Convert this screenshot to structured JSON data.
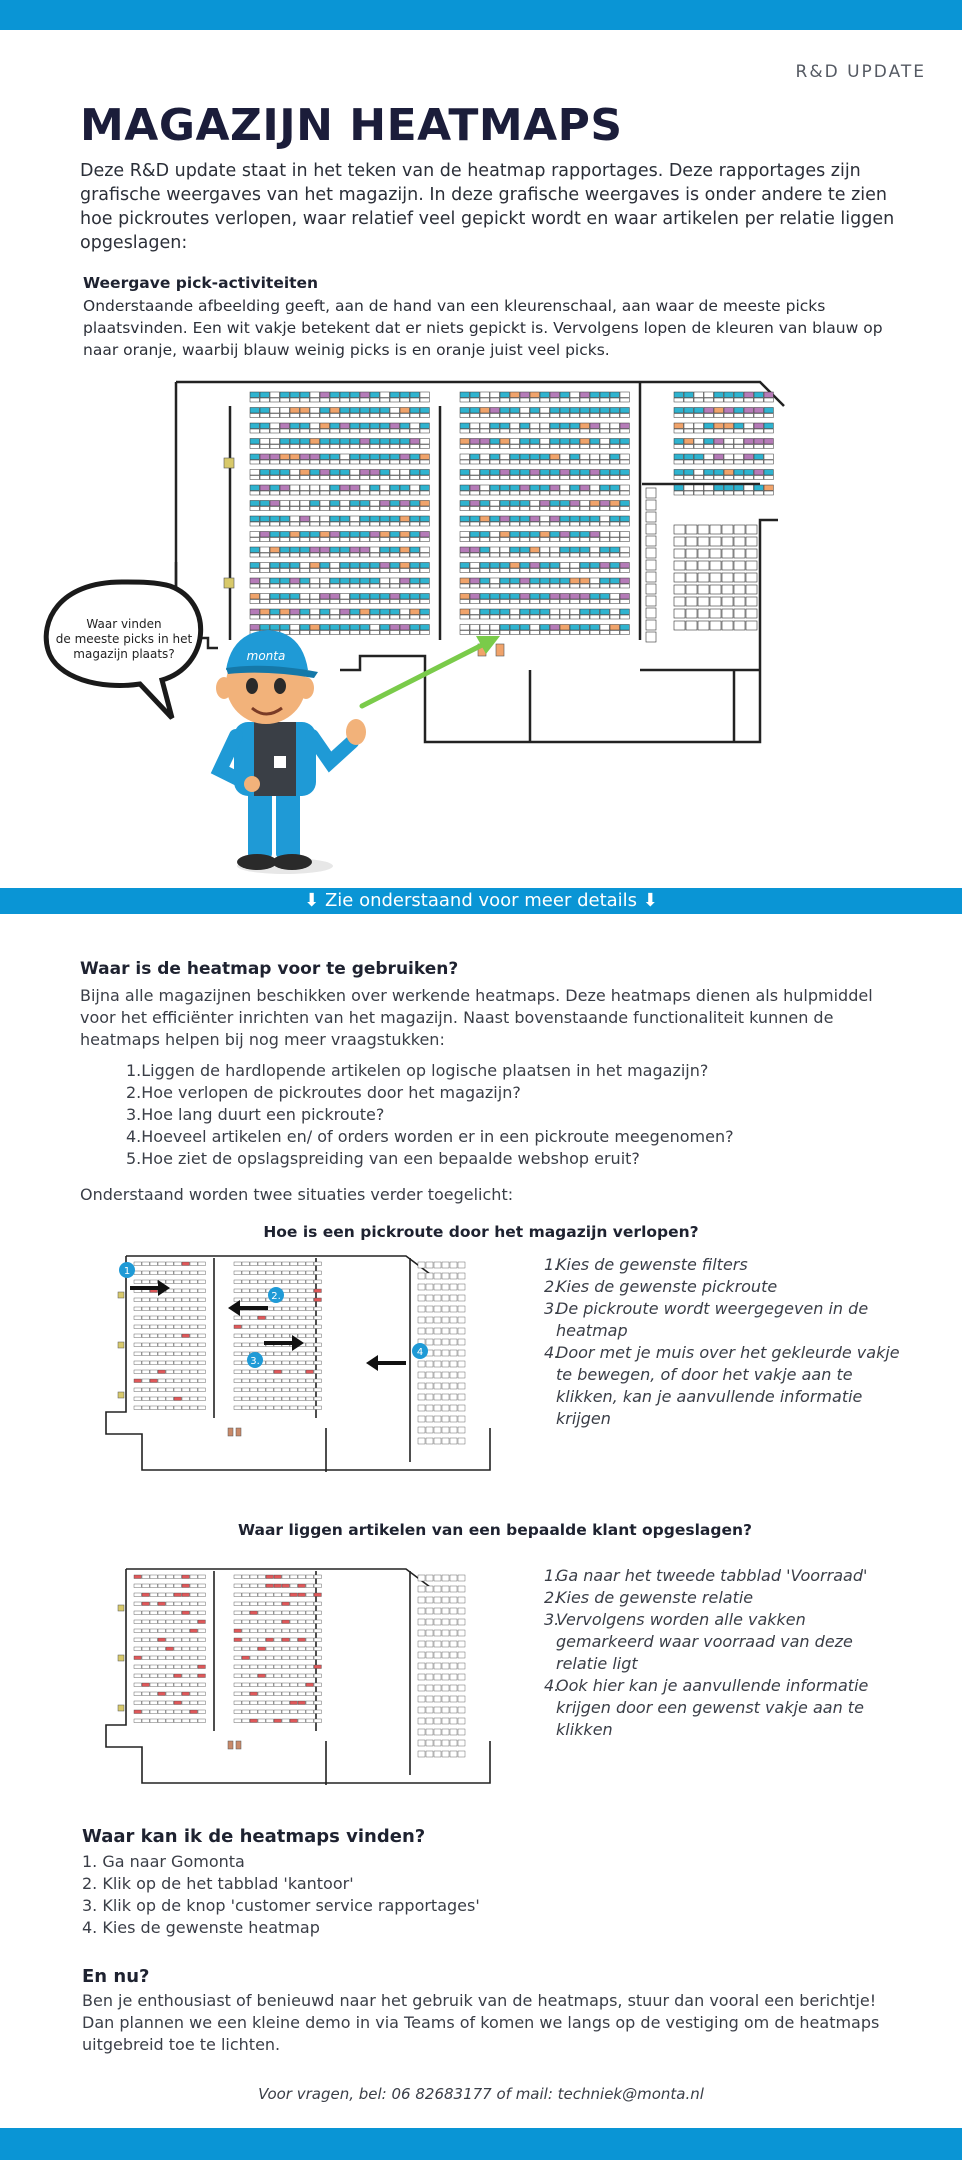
{
  "header": {
    "tag": "R&D UPDATE",
    "title": "MAGAZIJN HEATMAPS"
  },
  "intro": "Deze R&D update staat in het teken van de heatmap rapportages. Deze rapportages zijn grafische weergaves van het magazijn. In deze grafische weergaves is onder andere te zien hoe pickroutes verlopen, waar relatief veel gepickt wordt en waar artikelen per relatie liggen opgeslagen:",
  "pick": {
    "heading": "Weergave pick-activiteiten",
    "text": "Onderstaande afbeelding geeft, aan de hand van een kleurenschaal, aan waar de meeste picks plaatsvinden. Een wit vakje betekent dat er niets gepickt is. Vervolgens lopen de kleuren van blauw op naar oranje, waarbij blauw weinig picks is en oranje juist veel picks.",
    "bubble": [
      "Waar vinden",
      "de meeste picks in het",
      "magazijn plaats?"
    ],
    "cap_logo": "monta"
  },
  "banner": "⬇ Zie onderstaand voor meer details ⬇",
  "usage": {
    "heading": "Waar is de heatmap voor te gebruiken?",
    "text": "Bijna alle magazijnen beschikken over werkende heatmaps. Deze heatmaps dienen als hulpmiddel voor het efficiënter inrichten van het magazijn. Naast bovenstaande functionaliteit kunnen de heatmaps helpen bij nog meer vraagstukken:",
    "questions": [
      {
        "num": "1.",
        "text": "Liggen de hardlopende artikelen op logische plaatsen in het magazijn?"
      },
      {
        "num": "2.",
        "text": "Hoe verlopen de pickroutes door het magazijn?"
      },
      {
        "num": "3.",
        "text": "Hoe lang duurt een pickroute?"
      },
      {
        "num": "4.",
        "text": "Hoeveel artikelen en/ of orders worden er in een pickroute meegenomen?"
      },
      {
        "num": "5.",
        "text": "Hoe ziet de opslagspreiding van een bepaalde webshop eruit?"
      }
    ],
    "outro": "Onderstaand worden twee situaties verder toegelicht:"
  },
  "route": {
    "heading": "Hoe is een pickroute door het magazijn verlopen?",
    "steps": [
      {
        "num": "1.",
        "text": "Kies de gewenste filters"
      },
      {
        "num": "2.",
        "text": "Kies de gewenste pickroute"
      },
      {
        "num": "3.",
        "text": "De pickroute wordt weergegeven in de heatmap"
      },
      {
        "num": "4.",
        "text": "Door met je muis over het gekleurde vakje te bewegen, of door het vakje aan te klikken, kan je aanvullende informatie krijgen"
      }
    ],
    "markers": [
      "1",
      "2.",
      "3.",
      "4"
    ]
  },
  "storage": {
    "heading": "Waar liggen artikelen van een bepaalde klant opgeslagen?",
    "steps": [
      {
        "num": "1.",
        "text": "Ga naar het tweede tabblad 'Voorraad'"
      },
      {
        "num": "2.",
        "text": "Kies de gewenste relatie"
      },
      {
        "num": "3.",
        "text": "Vervolgens worden alle vakken gemarkeerd waar voorraad van deze relatie ligt"
      },
      {
        "num": "4.",
        "text": "Ook hier kan je aanvullende informatie krijgen door een gewenst vakje aan te klikken"
      }
    ]
  },
  "find": {
    "heading": "Waar kan ik de heatmaps vinden?",
    "steps": [
      "1. Ga naar Gomonta",
      "2. Klik op de het tabblad 'kantoor'",
      "3. Klik op de knop 'customer service rapportages'",
      "4. Kies de gewenste heatmap"
    ]
  },
  "next": {
    "heading": "En nu?",
    "text": "Ben je enthousiast of benieuwd naar het gebruik van de heatmaps, stuur dan vooral een berichtje! Dan plannen we een kleine demo in via Teams of komen we langs op de vestiging om de heatmaps uitgebreid toe te lichten."
  },
  "footer": "Voor vragen, bel: 06 82683177 of mail: techniek@monta.nl",
  "colors": {
    "brand": "#0a95d5",
    "title": "#1b1d3a",
    "low": "#2fb3cf",
    "mid": "#b57bb8",
    "high": "#f0a36b",
    "route": "#e0585a",
    "arrow": "#7acb4a"
  }
}
